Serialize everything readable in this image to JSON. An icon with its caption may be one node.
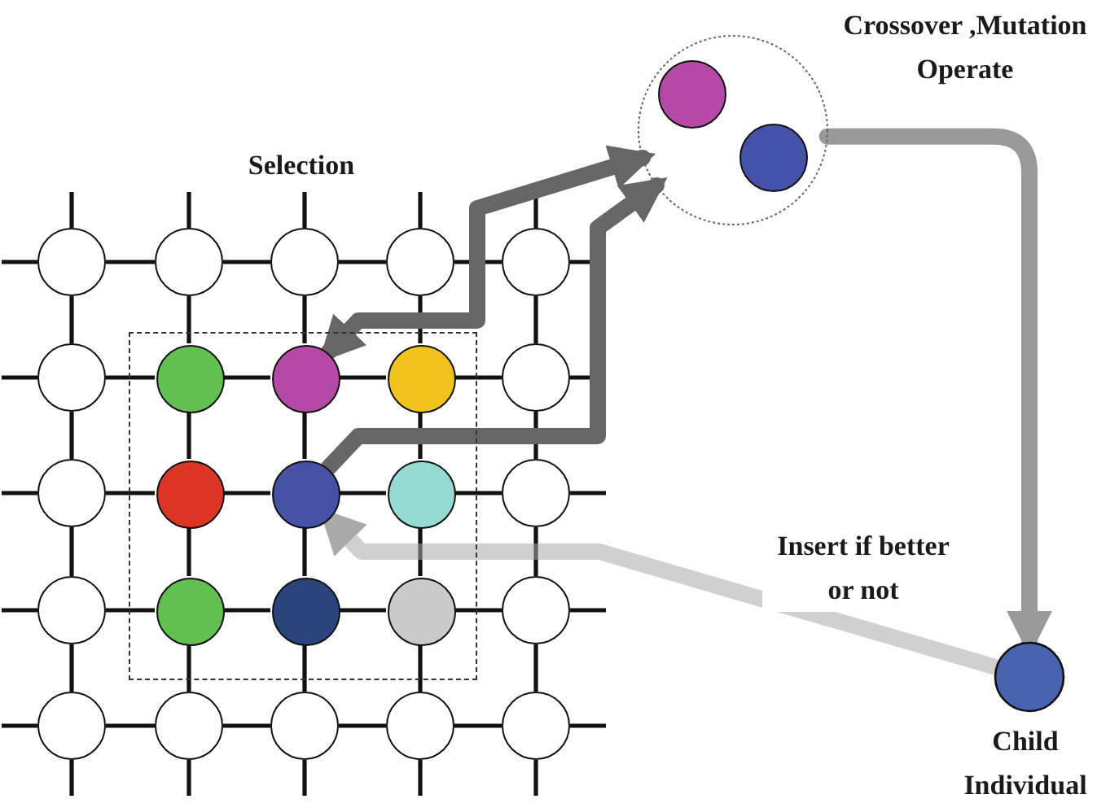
{
  "diagram": {
    "nodes": [
      {
        "text": [],
        "shape": "box"
      },
      {
        "text": [],
        "shape": "circle"
      },
      {
        "text": [],
        "shape": "circle"
      },
      {
        "text": [],
        "shape": "circle"
      },
      {
        "text": [],
        "shape": "circle"
      },
      {
        "text": [],
        "shape": "circle"
      },
      {
        "text": [],
        "shape": "circle"
      },
      {
        "text": [],
        "shape": "circle",
        "in": 0
      },
      {
        "text": [],
        "shape": "circle",
        "in": 0
      },
      {
        "text": [],
        "shape": "circle",
        "in": 0
      },
      {
        "text": [],
        "shape": "circle"
      },
      {
        "text": [],
        "shape": "circle"
      },
      {
        "text": [],
        "shape": "circle",
        "in": 0
      },
      {
        "text": [],
        "shape": "circle",
        "in": 0
      },
      {
        "text": [],
        "shape": "circle",
        "in": 0
      },
      {
        "text": [],
        "shape": "circle"
      },
      {
        "text": [],
        "shape": "circle"
      },
      {
        "text": [],
        "shape": "circle",
        "in": 0
      },
      {
        "text": [],
        "shape": "circle",
        "in": 0
      },
      {
        "text": [],
        "shape": "circle",
        "in": 0
      },
      {
        "text": [],
        "shape": "circle"
      },
      {
        "text": [],
        "shape": "circle"
      },
      {
        "text": [],
        "shape": "circle"
      },
      {
        "text": [],
        "shape": "circle"
      },
      {
        "text": [],
        "shape": "circle"
      },
      {
        "text": [],
        "shape": "circle"
      },
      {
        "text": [
          "Crossover ,Mutation Operate"
        ]
      },
      {
        "text": [],
        "shape": "circle",
        "in": 26
      },
      {
        "text": [],
        "shape": "circle",
        "in": 26
      },
      {
        "text": [
          "Child Individual"
        ]
      }
    ],
    "edges": [
      {
        "from": 1,
        "to": 2,
        "arrow": "none"
      },
      {
        "from": 2,
        "to": 3,
        "arrow": "none"
      },
      {
        "from": 3,
        "to": 4,
        "arrow": "none"
      },
      {
        "from": 4,
        "to": 5,
        "arrow": "none"
      },
      {
        "from": 6,
        "to": 7,
        "arrow": "none"
      },
      {
        "from": 7,
        "to": 8,
        "arrow": "none"
      },
      {
        "from": 8,
        "to": 9,
        "arrow": "none"
      },
      {
        "from": 9,
        "to": 10,
        "arrow": "none"
      },
      {
        "from": 11,
        "to": 12,
        "arrow": "none"
      },
      {
        "from": 12,
        "to": 13,
        "arrow": "none"
      },
      {
        "from": 13,
        "to": 14,
        "arrow": "none"
      },
      {
        "from": 14,
        "to": 15,
        "arrow": "none"
      },
      {
        "from": 16,
        "to": 17,
        "arrow": "none"
      },
      {
        "from": 17,
        "to": 18,
        "arrow": "none"
      },
      {
        "from": 18,
        "to": 19,
        "arrow": "none"
      },
      {
        "from": 19,
        "to": 20,
        "arrow": "none"
      },
      {
        "from": 21,
        "to": 22,
        "arrow": "none"
      },
      {
        "from": 22,
        "to": 23,
        "arrow": "none"
      },
      {
        "from": 23,
        "to": 24,
        "arrow": "none"
      },
      {
        "from": 24,
        "to": 25,
        "arrow": "none"
      },
      {
        "from": 1,
        "to": 6,
        "arrow": "none"
      },
      {
        "from": 2,
        "to": 7,
        "arrow": "none"
      },
      {
        "from": 3,
        "to": 8,
        "arrow": "none"
      },
      {
        "from": 4,
        "to": 9,
        "arrow": "none"
      },
      {
        "from": 5,
        "to": 10,
        "arrow": "none"
      },
      {
        "from": 6,
        "to": 11,
        "arrow": "none"
      },
      {
        "from": 7,
        "to": 12,
        "arrow": "none"
      },
      {
        "from": 8,
        "to": 13,
        "arrow": "none"
      },
      {
        "from": 9,
        "to": 14,
        "arrow": "none"
      },
      {
        "from": 10,
        "to": 15,
        "arrow": "none"
      },
      {
        "from": 11,
        "to": 16,
        "arrow": "none"
      },
      {
        "from": 12,
        "to": 17,
        "arrow": "none"
      },
      {
        "from": 13,
        "to": 18,
        "arrow": "none"
      },
      {
        "from": 14,
        "to": 19,
        "arrow": "none"
      },
      {
        "from": 15,
        "to": 20,
        "arrow": "none"
      },
      {
        "from": 16,
        "to": 21,
        "arrow": "none"
      },
      {
        "from": 17,
        "to": 22,
        "arrow": "none"
      },
      {
        "from": 18,
        "to": 23,
        "arrow": "none"
      },
      {
        "from": 19,
        "to": 24,
        "arrow": "none"
      },
      {
        "from": 20,
        "to": 25,
        "arrow": "none"
      },
      {
        "from": 1,
        "to": null,
        "arrow": "none"
      },
      {
        "from": 2,
        "to": null,
        "arrow": "none"
      },
      {
        "from": 3,
        "to": null,
        "arrow": "none"
      },
      {
        "from": 4,
        "to": null,
        "arrow": "none"
      },
      {
        "from": 5,
        "to": null,
        "arrow": "none"
      },
      {
        "from": 1,
        "to": null,
        "arrow": "none"
      },
      {
        "from": 6,
        "to": null,
        "arrow": "none"
      },
      {
        "from": 11,
        "to": null,
        "arrow": "none"
      },
      {
        "from": 16,
        "to": null,
        "arrow": "none"
      },
      {
        "from": 21,
        "to": null,
        "arrow": "none"
      },
      {
        "from": 5,
        "to": null,
        "arrow": "none"
      },
      {
        "from": 10,
        "to": null,
        "arrow": "none"
      },
      {
        "from": 15,
        "to": null,
        "arrow": "none"
      },
      {
        "from": 20,
        "to": null,
        "arrow": "none"
      },
      {
        "from": 25,
        "to": null,
        "arrow": "none"
      },
      {
        "from": 21,
        "to": null,
        "arrow": "none"
      },
      {
        "from": 22,
        "to": null,
        "arrow": "none"
      },
      {
        "from": 23,
        "to": null,
        "arrow": "none"
      },
      {
        "from": 24,
        "to": null,
        "arrow": "none"
      },
      {
        "from": 25,
        "to": null,
        "arrow": "none"
      },
      {
        "from": 8,
        "to": 26,
        "arrow": "both",
        "style": "thick",
        "color": "#666666"
      },
      {
        "from": 13,
        "to": 26,
        "arrow": "to",
        "style": "thick",
        "color": "#666666"
      },
      {
        "from": 26,
        "to": 29,
        "arrow": "to",
        "style": "thick",
        "color": "#999999"
      },
      {
        "from": 29,
        "to": 13,
        "arrow": "to",
        "label": "Insert if better or not",
        "style": "thick",
        "color": "#aaaaaa"
      }
    ],
    "labels": [
      "Selection"
    ]
  }
}
